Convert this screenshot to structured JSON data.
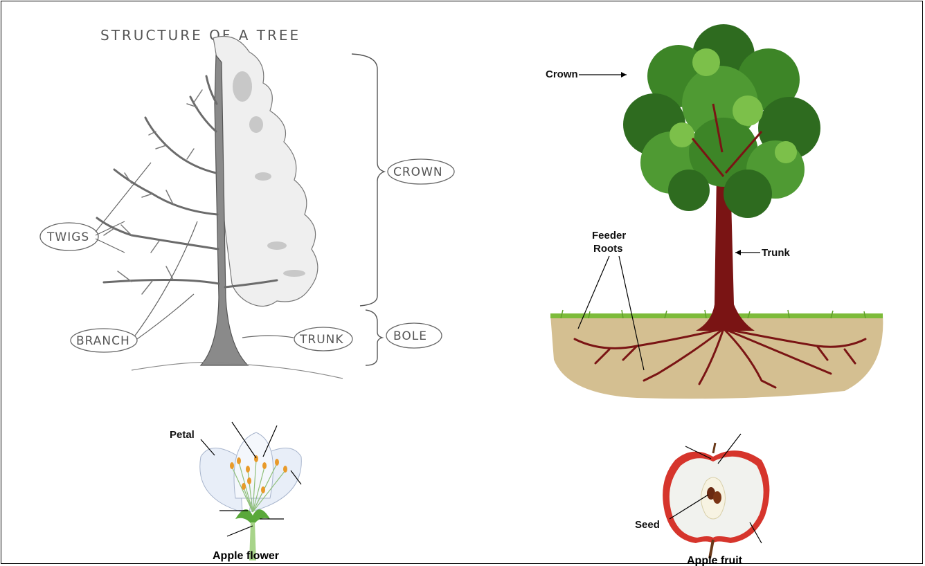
{
  "sketch": {
    "title": "STRUCTURE OF A TREE",
    "labels": {
      "twigs": "TWIGS",
      "branch": "BRANCH",
      "trunk": "TRUNK",
      "crown": "CROWN",
      "bole": "BOLE"
    }
  },
  "illustration": {
    "labels": {
      "crown": "Crown",
      "feeder_roots_line1": "Feeder",
      "feeder_roots_line2": "Roots",
      "trunk": "Trunk"
    }
  },
  "flower": {
    "label_petal": "Petal",
    "caption": "Apple flower"
  },
  "fruit": {
    "label_seed": "Seed",
    "caption": "Apple fruit"
  },
  "colors": {
    "pencil": "#6b6b6b",
    "leaf_dark": "#2e6b1f",
    "leaf_mid": "#4f9a33",
    "leaf_light": "#7cc04a",
    "trunk": "#7a1414",
    "soil": "#d4bf91",
    "grass": "#7dbb3a",
    "apple_red": "#d6352c",
    "stamen": "#e89a2a"
  }
}
